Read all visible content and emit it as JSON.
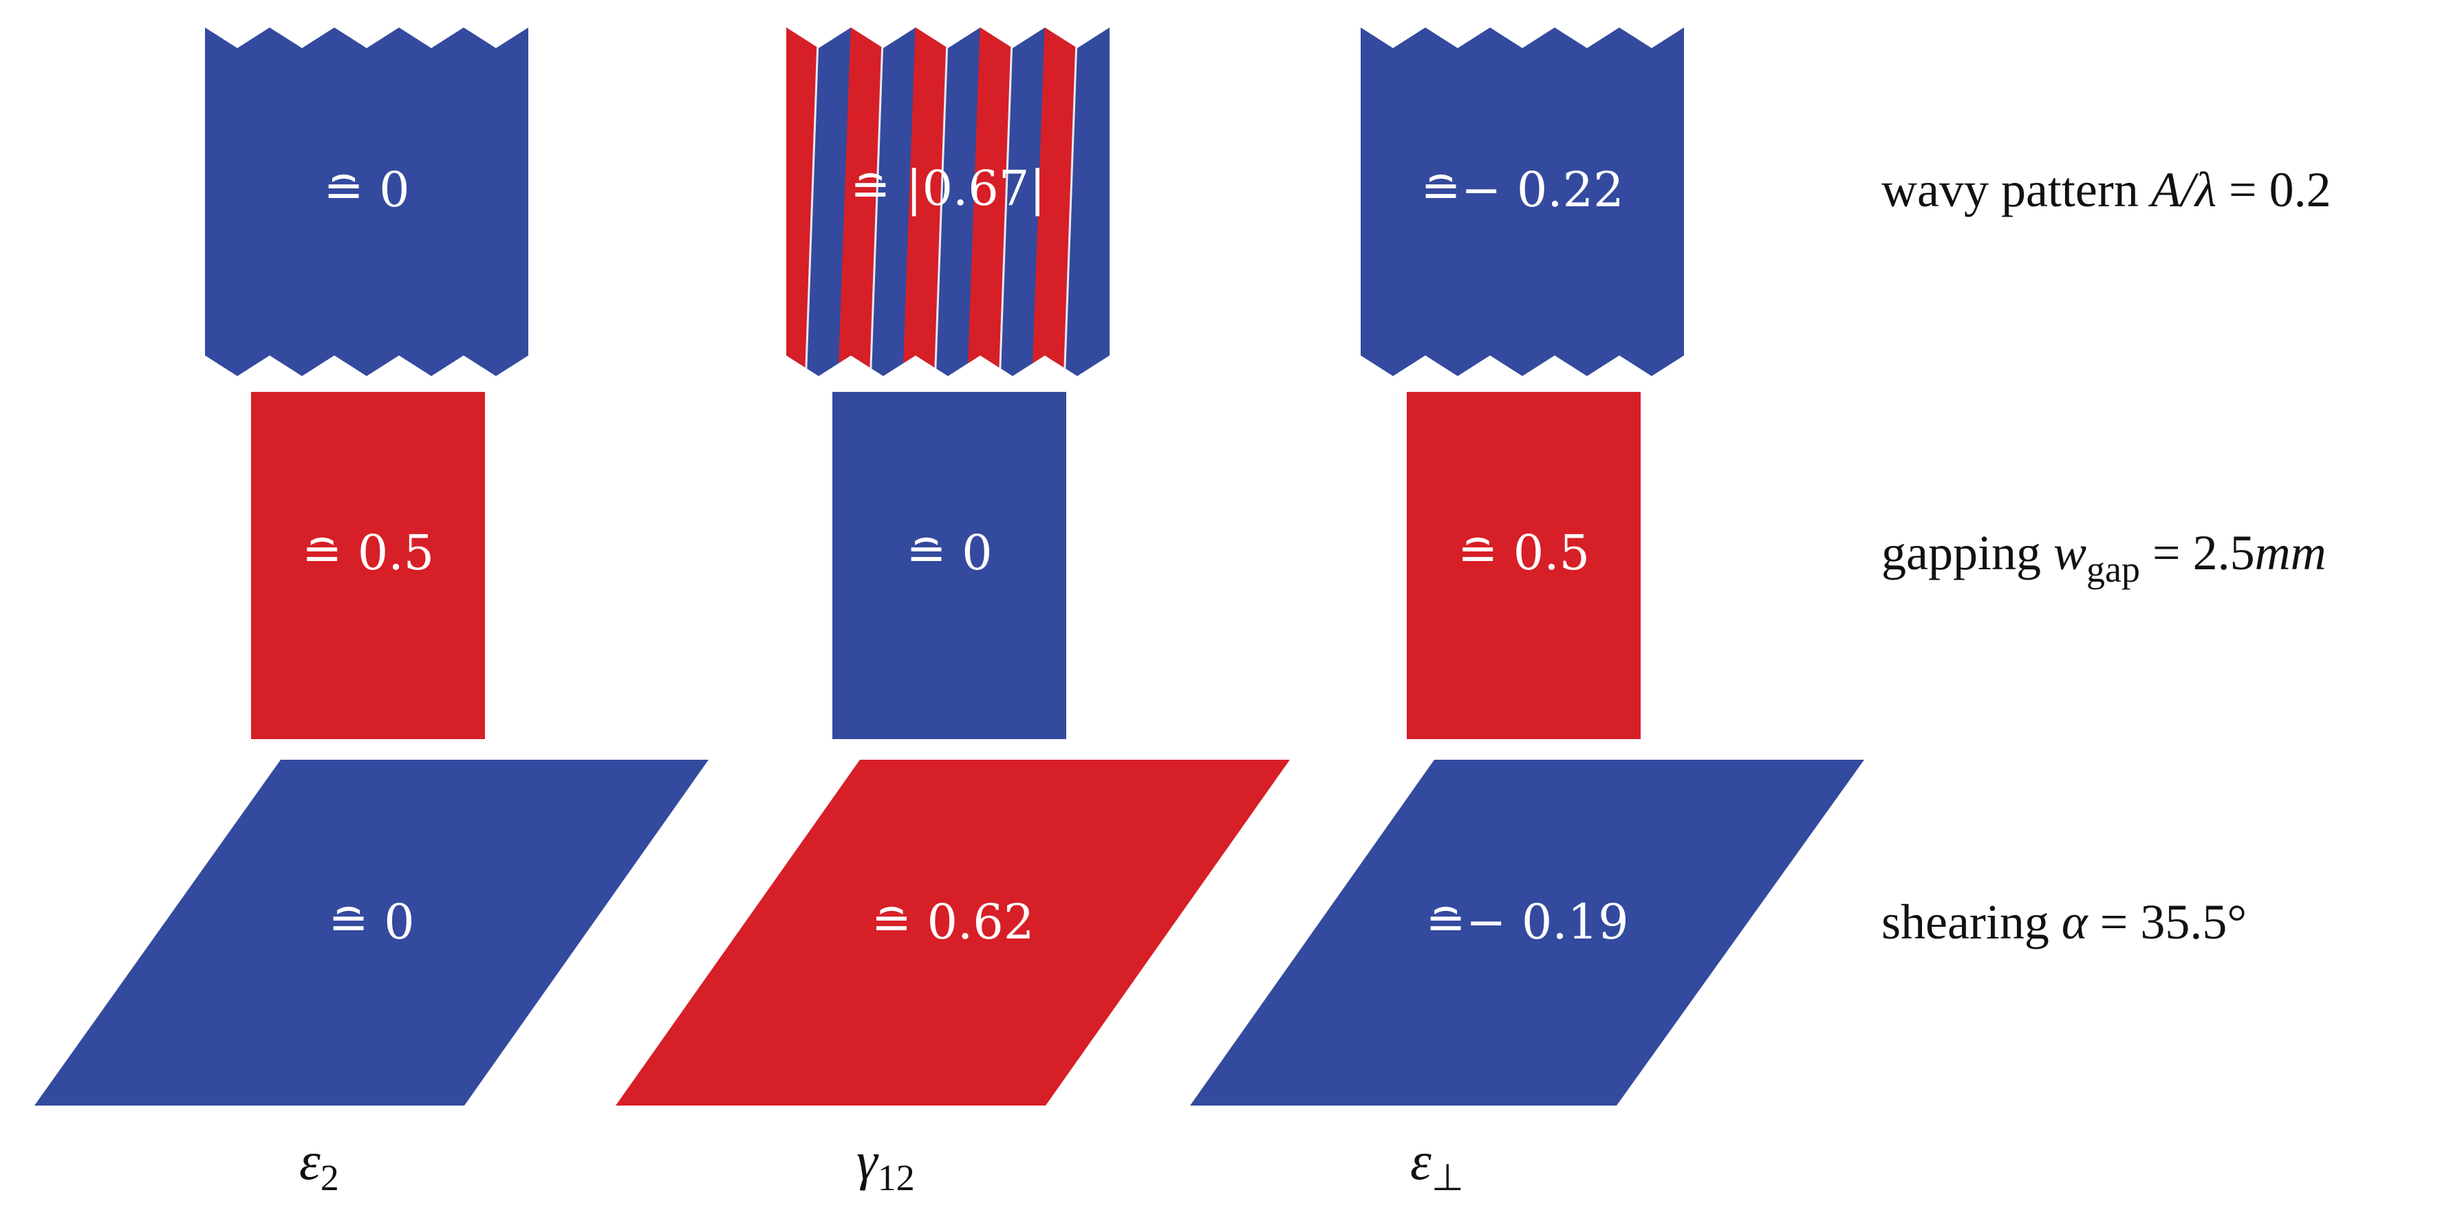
{
  "colors": {
    "blue": "#344a9e",
    "red": "#d71f27",
    "text": "#111111",
    "value_text": "#ffffff"
  },
  "cells": {
    "wavy_eps2": "≘ 0",
    "wavy_gamma12": "≘ |0.67|",
    "wavy_eperp": "≘− 0.22",
    "gap_eps2": "≘ 0.5",
    "gap_gamma12": "≘ 0",
    "gap_eperp": "≘ 0.5",
    "shear_eps2": "≘ 0",
    "shear_gamma12": "≘ 0.62",
    "shear_eperp": "≘− 0.19"
  },
  "rows": {
    "wavy": {
      "prefix": "wavy pattern ",
      "math": "A/λ",
      "rest": " = 0.2"
    },
    "gapping": {
      "prefix": "gapping ",
      "var": "w",
      "sub": "gap",
      "rest": " = 2.5",
      "unit": "mm"
    },
    "shearing": {
      "prefix": "shearing ",
      "var": "α",
      "rest": " = 35.5°"
    }
  },
  "columns": {
    "eps2": {
      "sym": "ε",
      "sub": "2"
    },
    "gamma12": {
      "sym": "γ",
      "sub": "12"
    },
    "eperp": {
      "sym": "ε",
      "sub": "⊥"
    }
  }
}
